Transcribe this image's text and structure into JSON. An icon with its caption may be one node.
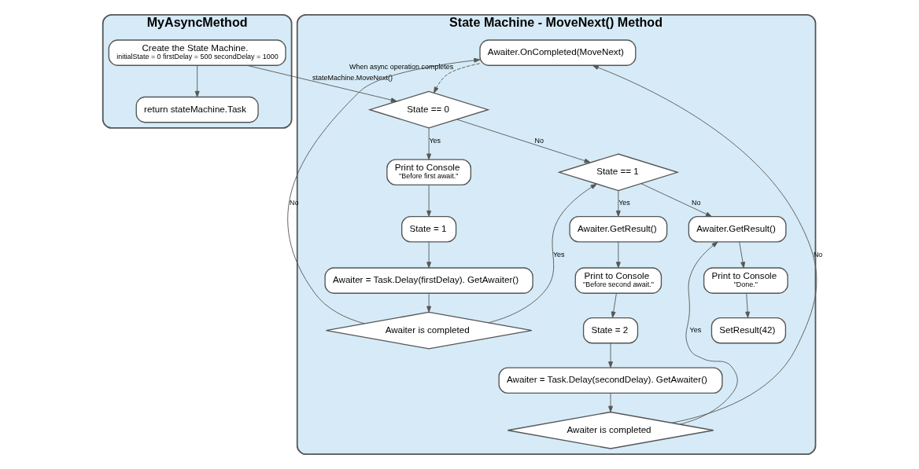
{
  "diagram": {
    "nodes": [
      {
        "text": [
          "MyAsyncMethod"
        ]
      },
      {
        "text": [
          "Create the State Machine.",
          "initialState = 0 firstDelay = 500 secondDelay = 1000"
        ],
        "in": 0
      },
      {
        "text": [
          "return stateMachine.Task"
        ],
        "in": 0
      },
      {
        "text": [
          "State Machine - MoveNext() Method"
        ]
      },
      {
        "text": [
          "State == 0"
        ],
        "in": 3
      },
      {
        "text": [
          "Print to Console",
          "\"Before first await.\""
        ],
        "in": 3
      },
      {
        "text": [
          "State = 1"
        ],
        "in": 3
      },
      {
        "text": [
          "Awaiter = Task.Delay(firstDelay). GetAwaiter()"
        ],
        "in": 3
      },
      {
        "text": [
          "Awaiter is completed"
        ],
        "in": 3
      },
      {
        "text": [
          "Awaiter.OnCompleted(MoveNext)"
        ],
        "in": 3
      },
      {
        "text": [
          "State == 1"
        ],
        "in": 3
      },
      {
        "text": [
          "Awaiter.GetResult()"
        ],
        "in": 3
      },
      {
        "text": [
          "Print to Console",
          "\"Before second await.\""
        ],
        "in": 3
      },
      {
        "text": [
          "State = 2"
        ],
        "in": 3
      },
      {
        "text": [
          "Awaiter = Task.Delay(secondDelay). GetAwaiter()"
        ],
        "in": 3
      },
      {
        "text": [
          "Awaiter is completed"
        ],
        "in": 3
      },
      {
        "text": [
          "Awaiter.GetResult()"
        ],
        "in": 3
      },
      {
        "text": [
          "Print to Console",
          "\"Done.\""
        ],
        "in": 3
      },
      {
        "text": [
          "SetResult(42)"
        ],
        "in": 3
      }
    ],
    "edges": [
      {
        "from": 1,
        "to": 2,
        "arrow": "to"
      },
      {
        "from": 1,
        "to": 4,
        "arrow": "to",
        "label": "stateMachine.MoveNext()"
      },
      {
        "from": 4,
        "to": 5,
        "arrow": "to",
        "label": "Yes"
      },
      {
        "from": 4,
        "to": 10,
        "arrow": "to",
        "label": "No"
      },
      {
        "from": 5,
        "to": 6,
        "arrow": "to"
      },
      {
        "from": 6,
        "to": 7,
        "arrow": "to"
      },
      {
        "from": 7,
        "to": 8,
        "arrow": "to"
      },
      {
        "from": 8,
        "to": 10,
        "arrow": "to",
        "label": "Yes"
      },
      {
        "from": 8,
        "to": 9,
        "arrow": "to",
        "label": "No"
      },
      {
        "from": 9,
        "to": 4,
        "arrow": "to",
        "style": "dashed",
        "label": "When async operation completes"
      },
      {
        "from": 10,
        "to": 11,
        "arrow": "to",
        "label": "Yes"
      },
      {
        "from": 10,
        "to": 16,
        "arrow": "to",
        "label": "No"
      },
      {
        "from": 11,
        "to": 12,
        "arrow": "to"
      },
      {
        "from": 12,
        "to": 13,
        "arrow": "to"
      },
      {
        "from": 13,
        "to": 14,
        "arrow": "to"
      },
      {
        "from": 14,
        "to": 15,
        "arrow": "to"
      },
      {
        "from": 15,
        "to": 16,
        "arrow": "to",
        "label": "Yes"
      },
      {
        "from": 15,
        "to": 9,
        "arrow": "to",
        "label": "No"
      },
      {
        "from": 16,
        "to": 17,
        "arrow": "to"
      },
      {
        "from": 17,
        "to": 18,
        "arrow": "to"
      }
    ]
  }
}
